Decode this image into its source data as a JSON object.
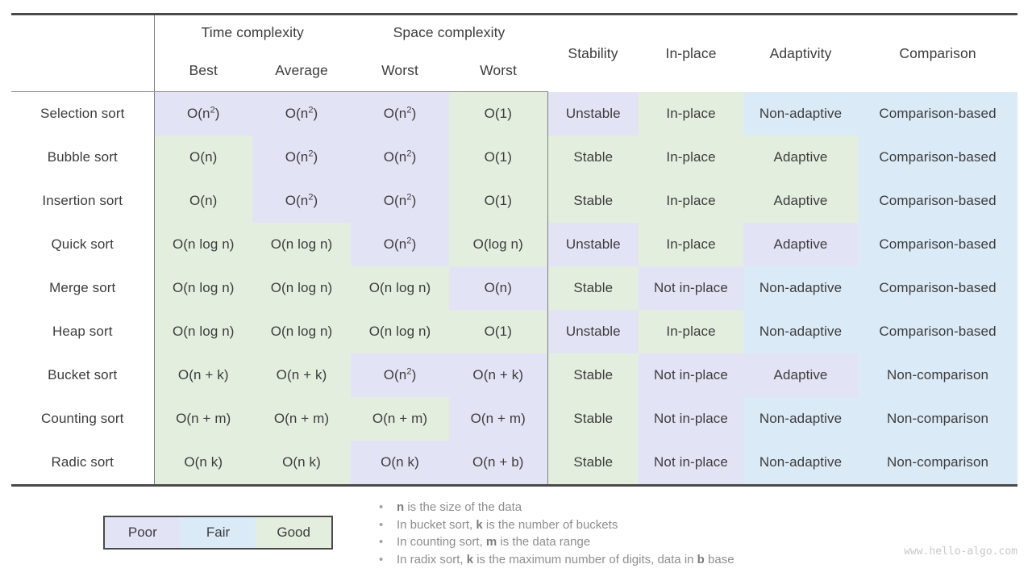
{
  "colors": {
    "poor": "#e2e4f6",
    "fair": "#dbeaf7",
    "good": "#e4eede",
    "text": "#3c3c3c",
    "note_text": "#8e8e8e",
    "rule_dark": "#4a4a4a",
    "rule_light": "#9a9a9a",
    "watermark": "#c8c8c8"
  },
  "table": {
    "group_headers": {
      "algorithm": "",
      "time_complexity": "Time complexity",
      "space_complexity": "Space complexity"
    },
    "sub_headers": {
      "best": "Best",
      "average": "Average",
      "worst": "Worst",
      "space_worst": "Worst"
    },
    "attribute_headers": {
      "stability": "Stability",
      "in_place": "In-place",
      "adaptivity": "Adaptivity",
      "comparison": "Comparison"
    },
    "rows": [
      {
        "algorithm": "Selection sort",
        "best": "O(n²)",
        "best_rating": "poor",
        "average": "O(n²)",
        "average_rating": "poor",
        "worst": "O(n²)",
        "worst_rating": "poor",
        "space": "O(1)",
        "space_rating": "good",
        "stability": "Unstable",
        "stability_rating": "poor",
        "in_place": "In-place",
        "in_place_rating": "good",
        "adaptivity": "Non-adaptive",
        "adaptivity_rating": "fair",
        "comparison": "Comparison-based",
        "comparison_rating": "fair"
      },
      {
        "algorithm": "Bubble sort",
        "best": "O(n)",
        "best_rating": "good",
        "average": "O(n²)",
        "average_rating": "poor",
        "worst": "O(n²)",
        "worst_rating": "poor",
        "space": "O(1)",
        "space_rating": "good",
        "stability": "Stable",
        "stability_rating": "good",
        "in_place": "In-place",
        "in_place_rating": "good",
        "adaptivity": "Adaptive",
        "adaptivity_rating": "good",
        "comparison": "Comparison-based",
        "comparison_rating": "fair"
      },
      {
        "algorithm": "Insertion sort",
        "best": "O(n)",
        "best_rating": "good",
        "average": "O(n²)",
        "average_rating": "poor",
        "worst": "O(n²)",
        "worst_rating": "poor",
        "space": "O(1)",
        "space_rating": "good",
        "stability": "Stable",
        "stability_rating": "good",
        "in_place": "In-place",
        "in_place_rating": "good",
        "adaptivity": "Adaptive",
        "adaptivity_rating": "good",
        "comparison": "Comparison-based",
        "comparison_rating": "fair"
      },
      {
        "algorithm": "Quick sort",
        "best": "O(n log n)",
        "best_rating": "good",
        "average": "O(n log n)",
        "average_rating": "good",
        "worst": "O(n²)",
        "worst_rating": "poor",
        "space": "O(log n)",
        "space_rating": "good",
        "stability": "Unstable",
        "stability_rating": "poor",
        "in_place": "In-place",
        "in_place_rating": "good",
        "adaptivity": "Adaptive",
        "adaptivity_rating": "poor",
        "comparison": "Comparison-based",
        "comparison_rating": "fair"
      },
      {
        "algorithm": "Merge sort",
        "best": "O(n log n)",
        "best_rating": "good",
        "average": "O(n log n)",
        "average_rating": "good",
        "worst": "O(n log n)",
        "worst_rating": "good",
        "space": "O(n)",
        "space_rating": "poor",
        "stability": "Stable",
        "stability_rating": "good",
        "in_place": "Not in-place",
        "in_place_rating": "poor",
        "adaptivity": "Non-adaptive",
        "adaptivity_rating": "fair",
        "comparison": "Comparison-based",
        "comparison_rating": "fair"
      },
      {
        "algorithm": "Heap sort",
        "best": "O(n log n)",
        "best_rating": "good",
        "average": "O(n log n)",
        "average_rating": "good",
        "worst": "O(n log n)",
        "worst_rating": "good",
        "space": "O(1)",
        "space_rating": "good",
        "stability": "Unstable",
        "stability_rating": "poor",
        "in_place": "In-place",
        "in_place_rating": "good",
        "adaptivity": "Non-adaptive",
        "adaptivity_rating": "fair",
        "comparison": "Comparison-based",
        "comparison_rating": "fair"
      },
      {
        "algorithm": "Bucket sort",
        "best": "O(n + k)",
        "best_rating": "good",
        "average": "O(n + k)",
        "average_rating": "good",
        "worst": "O(n²)",
        "worst_rating": "poor",
        "space": "O(n + k)",
        "space_rating": "poor",
        "stability": "Stable",
        "stability_rating": "good",
        "in_place": "Not in-place",
        "in_place_rating": "poor",
        "adaptivity": "Adaptive",
        "adaptivity_rating": "poor",
        "comparison": "Non-comparison",
        "comparison_rating": "fair"
      },
      {
        "algorithm": "Counting sort",
        "best": "O(n + m)",
        "best_rating": "good",
        "average": "O(n + m)",
        "average_rating": "good",
        "worst": "O(n + m)",
        "worst_rating": "good",
        "space": "O(n + m)",
        "space_rating": "poor",
        "stability": "Stable",
        "stability_rating": "good",
        "in_place": "Not in-place",
        "in_place_rating": "poor",
        "adaptivity": "Non-adaptive",
        "adaptivity_rating": "fair",
        "comparison": "Non-comparison",
        "comparison_rating": "fair"
      },
      {
        "algorithm": "Radic sort",
        "best": "O(n k)",
        "best_rating": "good",
        "average": "O(n k)",
        "average_rating": "good",
        "worst": "O(n k)",
        "worst_rating": "poor",
        "space": "O(n + b)",
        "space_rating": "poor",
        "stability": "Stable",
        "stability_rating": "good",
        "in_place": "Not in-place",
        "in_place_rating": "poor",
        "adaptivity": "Non-adaptive",
        "adaptivity_rating": "fair",
        "comparison": "Non-comparison",
        "comparison_rating": "fair"
      }
    ]
  },
  "legend": [
    {
      "label": "Poor",
      "rating": "poor"
    },
    {
      "label": "Fair",
      "rating": "fair"
    },
    {
      "label": "Good",
      "rating": "good"
    }
  ],
  "notes": {
    "bullet": "•",
    "items": [
      {
        "prefix": "",
        "sym": "n",
        "suffix": " is the size of the data"
      },
      {
        "prefix": "In bucket sort, ",
        "sym": "k",
        "suffix": " is the number of buckets"
      },
      {
        "prefix": "In counting sort, ",
        "sym": "m",
        "suffix": " is the data range"
      },
      {
        "prefix": "In radix sort, ",
        "sym": "k",
        "suffix": " is the maximum number of digits, data in ",
        "sym2": "b",
        "suffix2": " base"
      }
    ]
  },
  "watermark": "www.hello-algo.com"
}
